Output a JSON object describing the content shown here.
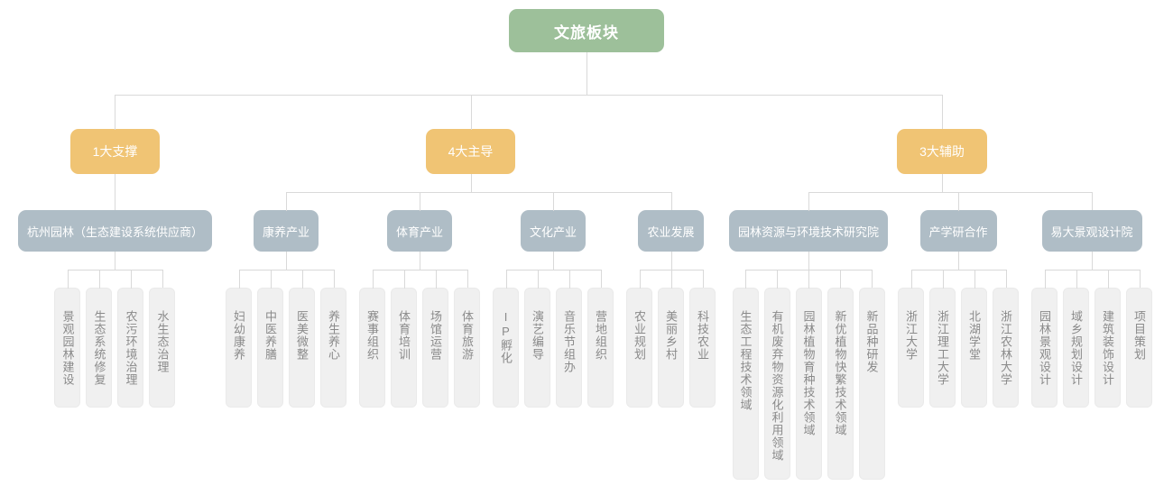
{
  "root": {
    "label": "文旅板块"
  },
  "branches": [
    {
      "label": "1大支撑",
      "groups": [
        {
          "label": "杭州园林（生态建设系统供应商）",
          "items": [
            "景观园林建设",
            "生态系统修复",
            "农污环境治理",
            "水生态治理"
          ]
        }
      ]
    },
    {
      "label": "4大主导",
      "groups": [
        {
          "label": "康养产业",
          "items": [
            "妇幼康养",
            "中医养膳",
            "医美微整",
            "养生养心"
          ]
        },
        {
          "label": "体育产业",
          "items": [
            "赛事组织",
            "体育培训",
            "场馆运营",
            "体育旅游"
          ]
        },
        {
          "label": "文化产业",
          "items": [
            "IP孵化",
            "演艺编导",
            "音乐节组办",
            "营地组织"
          ]
        },
        {
          "label": "农业发展",
          "items": [
            "农业规划",
            "美丽乡村",
            "科技农业"
          ]
        }
      ]
    },
    {
      "label": "3大辅助",
      "groups": [
        {
          "label": "园林资源与环境技术研究院",
          "items": [
            "生态工程技术领域",
            "有机废弃物资源化利用领域",
            "园林植物育种技术领域",
            "新优植物快繁技术领域",
            "新品种研发"
          ]
        },
        {
          "label": "产学研合作",
          "items": [
            "浙江大学",
            "浙江理工大学",
            "北湖学堂",
            "浙江农林大学"
          ]
        },
        {
          "label": "易大景观设计院",
          "items": [
            "园林景观设计",
            "域乡规划设计",
            "建筑装饰设计",
            "项目策划"
          ]
        }
      ]
    }
  ],
  "colors": {
    "root_bg": "#9dc09a",
    "branch_bg": "#f0c474",
    "group_bg": "#afbdc6",
    "leaf_bg": "#f0f0f0",
    "leaf_text": "#8a8a8a",
    "connector": "#d9d9d9",
    "node_text": "#ffffff"
  }
}
